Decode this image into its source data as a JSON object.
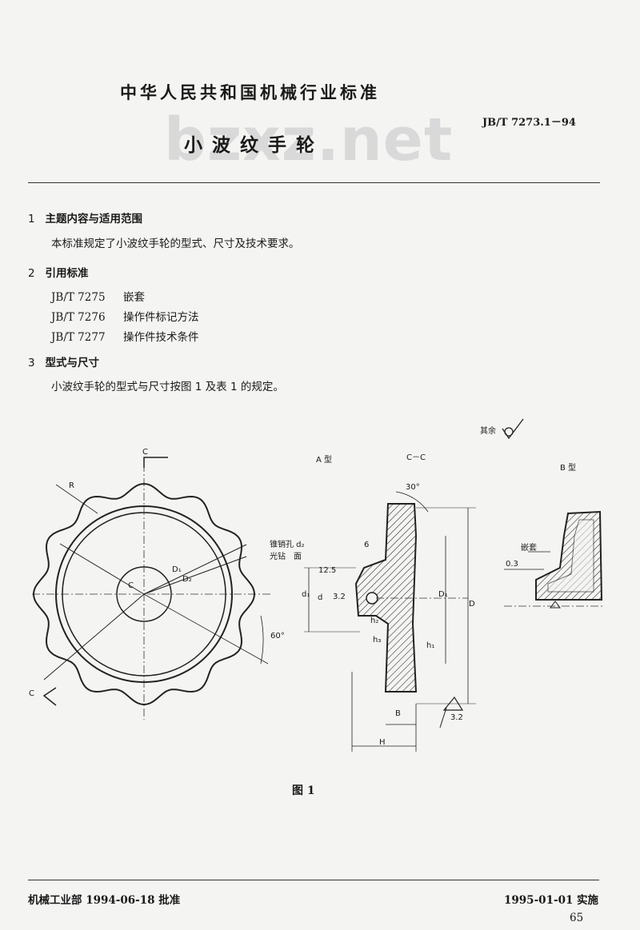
{
  "header": {
    "title": "中华人民共和国机械行业标准",
    "std_code": "JB/T 7273.1－94",
    "doc_title": "小波纹手轮",
    "watermark": "bzxz.net"
  },
  "sections": [
    {
      "num": "1",
      "heading": "主题内容与适用范围",
      "body": "本标准规定了小波纹手轮的型式、尺寸及技术要求。"
    },
    {
      "num": "2",
      "heading": "引用标准"
    },
    {
      "num": "3",
      "heading": "型式与尺寸",
      "body": "小波纹手轮的型式与尺寸按图 1 及表 1 的规定。"
    }
  ],
  "references": [
    {
      "code": "JB/T 7275",
      "name": "嵌套"
    },
    {
      "code": "JB/T 7276",
      "name": "操作件标记方法"
    },
    {
      "code": "JB/T 7277",
      "name": "操作件技术条件"
    }
  ],
  "figure": {
    "caption": "图 1",
    "roughness_note": "其余",
    "view_a": "A 型",
    "view_b": "B 型",
    "section_cc": "C－C",
    "label_c": "C",
    "label_r": "R",
    "label_d1": "D₁",
    "label_d2": "D₂",
    "label_d": "D",
    "label_d1_small": "d₁",
    "label_d_small": "d",
    "label_h": "H",
    "label_b": "B",
    "label_h1": "h₁",
    "label_h2": "h₂",
    "label_h3": "h₃",
    "angle_60": "60°",
    "angle_30": "30°",
    "label_6": "6",
    "label_insert": "嵌套",
    "label_03": "0.3",
    "pin_hole": "锥销孔 d₂",
    "spot_face": "光钻　面",
    "rough_32": "3.2",
    "rough_125": "12.5"
  },
  "footer": {
    "approved": "机械工业部 1994-06-18 批准",
    "implemented": "1995-01-01 实施",
    "page": "65"
  }
}
